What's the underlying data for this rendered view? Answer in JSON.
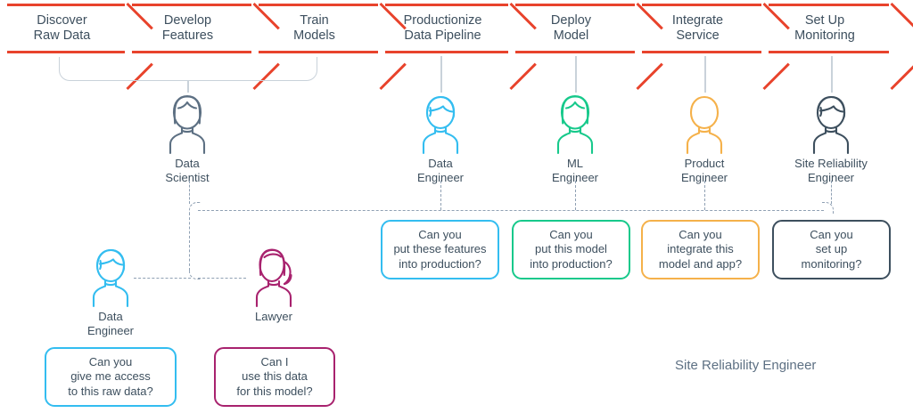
{
  "pipeline": {
    "accent_color": "#e8432c",
    "steps": [
      {
        "id": "discover-raw-data",
        "label": "Discover\nRaw Data"
      },
      {
        "id": "develop-features",
        "label": "Develop\nFeatures"
      },
      {
        "id": "train-models",
        "label": "Train\nModels"
      },
      {
        "id": "productionize-data-pipeline",
        "label": "Productionize\nData Pipeline"
      },
      {
        "id": "deploy-model",
        "label": "Deploy\nModel"
      },
      {
        "id": "integrate-service",
        "label": "Integrate\nService"
      },
      {
        "id": "set-up-monitoring",
        "label": "Set Up\nMonitoring"
      }
    ]
  },
  "people": [
    {
      "id": "data-scientist",
      "role": "Data\nScientist",
      "color": "#5d7083",
      "hair": "long"
    },
    {
      "id": "data-engineer-top",
      "role": "Data\nEngineer",
      "color": "#33bdf0",
      "hair": "short-swoop"
    },
    {
      "id": "ml-engineer",
      "role": "ML\nEngineer",
      "color": "#17c98b",
      "hair": "long"
    },
    {
      "id": "product-engineer",
      "role": "Product\nEngineer",
      "color": "#f5b14a",
      "hair": "bald"
    },
    {
      "id": "site-reliability-engineer",
      "role": "Site Reliability\nEngineer",
      "color": "#3d4f5e",
      "hair": "short-swoop"
    },
    {
      "id": "data-engineer-bottom",
      "role": "Data\nEngineer",
      "color": "#33bdf0",
      "hair": "short-swoop"
    },
    {
      "id": "lawyer",
      "role": "Lawyer",
      "color": "#a8226e",
      "hair": "ponytail"
    }
  ],
  "bubbles": [
    {
      "id": "bubble-features-production",
      "text": "Can you\nput these features\ninto production?",
      "color": "#33bdf0"
    },
    {
      "id": "bubble-model-production",
      "text": "Can you\nput this model\ninto production?",
      "color": "#17c98b"
    },
    {
      "id": "bubble-integrate-model-app",
      "text": "Can you\nintegrate this\nmodel and app?",
      "color": "#f5b14a"
    },
    {
      "id": "bubble-set-up-monitoring",
      "text": "Can you\nset up\nmonitoring?",
      "color": "#3d4f5e"
    },
    {
      "id": "bubble-access-raw-data",
      "text": "Can you\ngive me access\nto this raw data?",
      "color": "#33bdf0"
    },
    {
      "id": "bubble-use-data-for-model",
      "text": "Can I\nuse this data\nfor this model?",
      "color": "#a8226e"
    }
  ],
  "caption": {
    "site_reliability_engineer": "Site Reliability Engineer"
  }
}
